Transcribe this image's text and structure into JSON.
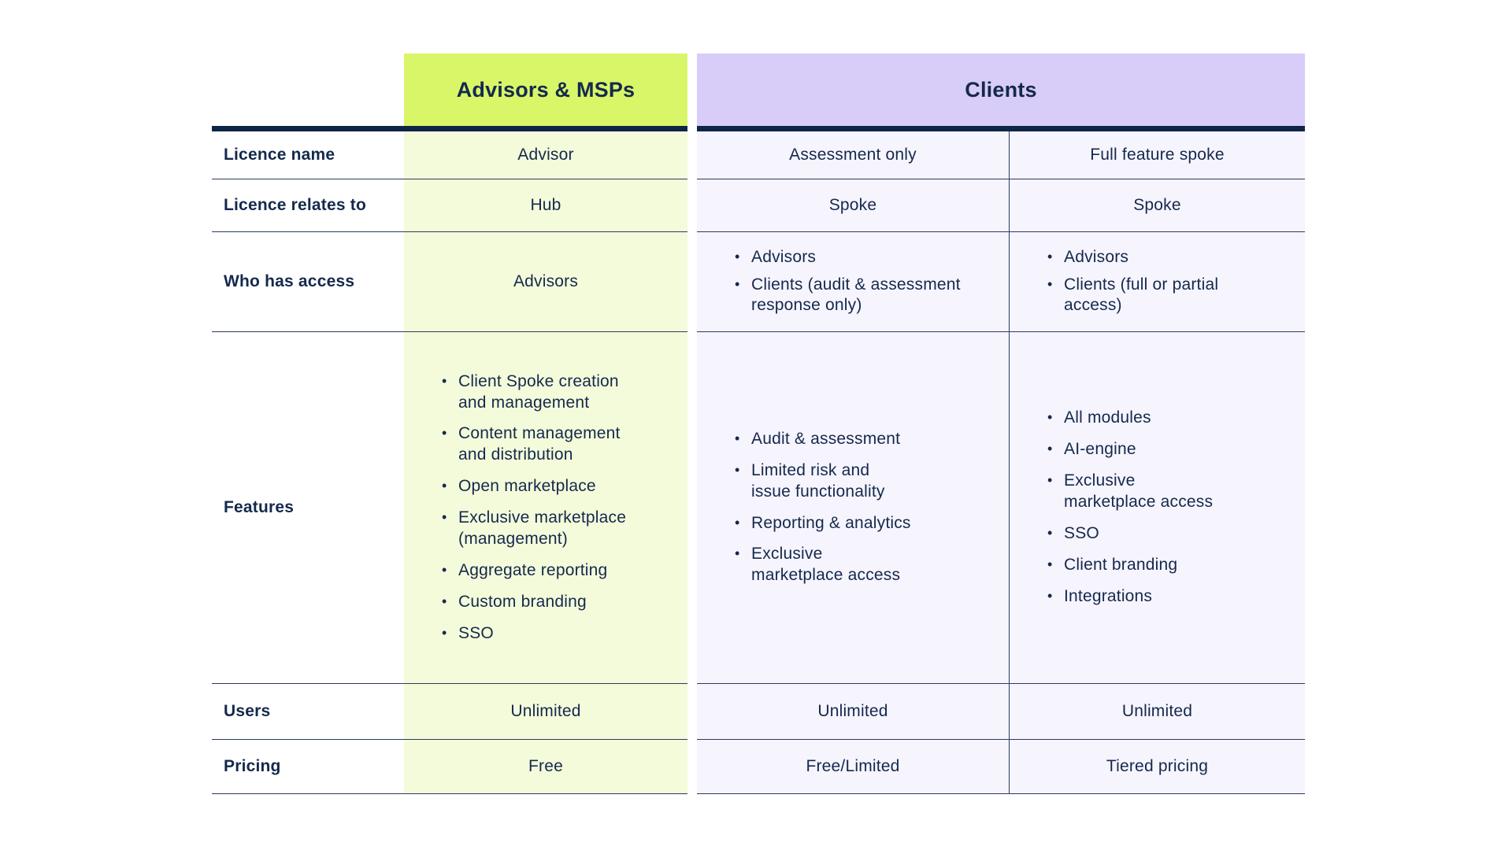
{
  "header": {
    "advisors_msps": "Advisors & MSPs",
    "clients": "Clients"
  },
  "rows": {
    "licence_name": {
      "label": "Licence name",
      "advisor": "Advisor",
      "assessment": "Assessment only",
      "full": "Full feature spoke"
    },
    "licence_relates_to": {
      "label": "Licence relates to",
      "advisor": "Hub",
      "assessment": "Spoke",
      "full": "Spoke"
    },
    "who_has_access": {
      "label": "Who has access",
      "advisor": "Advisors",
      "assessment": [
        "Advisors",
        "Clients (audit & assessment\nresponse only)"
      ],
      "full": [
        "Advisors",
        "Clients (full or partial\naccess)"
      ]
    },
    "features": {
      "label": "Features",
      "advisor": [
        "Client Spoke creation\nand management",
        "Content management\nand distribution",
        "Open marketplace",
        "Exclusive marketplace\n(management)",
        "Aggregate reporting",
        "Custom branding",
        "SSO"
      ],
      "assessment": [
        "Audit & assessment",
        "Limited risk and\nissue functionality",
        "Reporting & analytics",
        "Exclusive\nmarketplace access"
      ],
      "full": [
        "All modules",
        "AI-engine",
        "Exclusive\nmarketplace access",
        "SSO",
        "Client branding",
        "Integrations"
      ]
    },
    "users": {
      "label": "Users",
      "advisor": "Unlimited",
      "assessment": "Unlimited",
      "full": "Unlimited"
    },
    "pricing": {
      "label": "Pricing",
      "advisor": "Free",
      "assessment": "Free/Limited",
      "full": "Tiered pricing"
    }
  },
  "colors": {
    "lime_header": "#d9f669",
    "lime_body": "#f4fbda",
    "lavender_header": "#d8ccf8",
    "lavender_body": "#f6f4fd",
    "navy": "#14294d",
    "rule": "#2b3b5e",
    "thick": "#0f2547"
  }
}
